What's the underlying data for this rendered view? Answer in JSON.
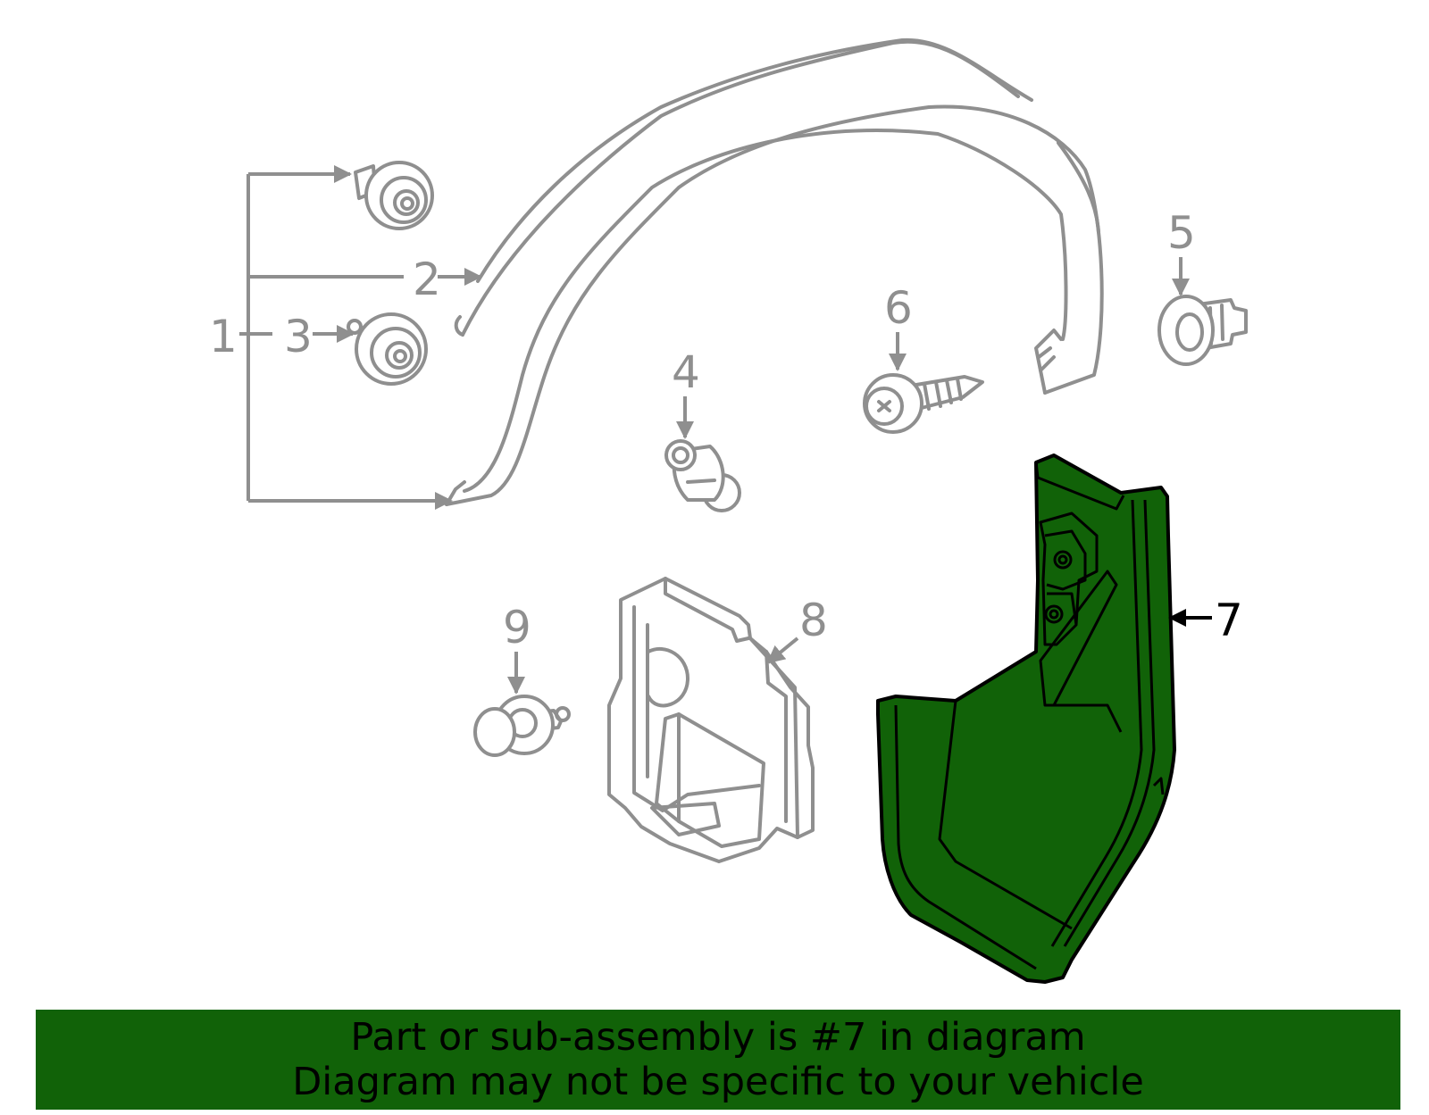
{
  "callouts": {
    "c1": "1",
    "c2": "2",
    "c3": "3",
    "c4": "4",
    "c5": "5",
    "c6": "6",
    "c7": "7",
    "c8": "8",
    "c9": "9"
  },
  "highlighted_part": "7",
  "colors": {
    "highlight": "#116208",
    "line_gray": "#8f8f8f",
    "banner": "#116208"
  },
  "banner": {
    "line1": "Part or sub-assembly is #7 in diagram",
    "line2": "Diagram may not be specific to your vehicle"
  }
}
